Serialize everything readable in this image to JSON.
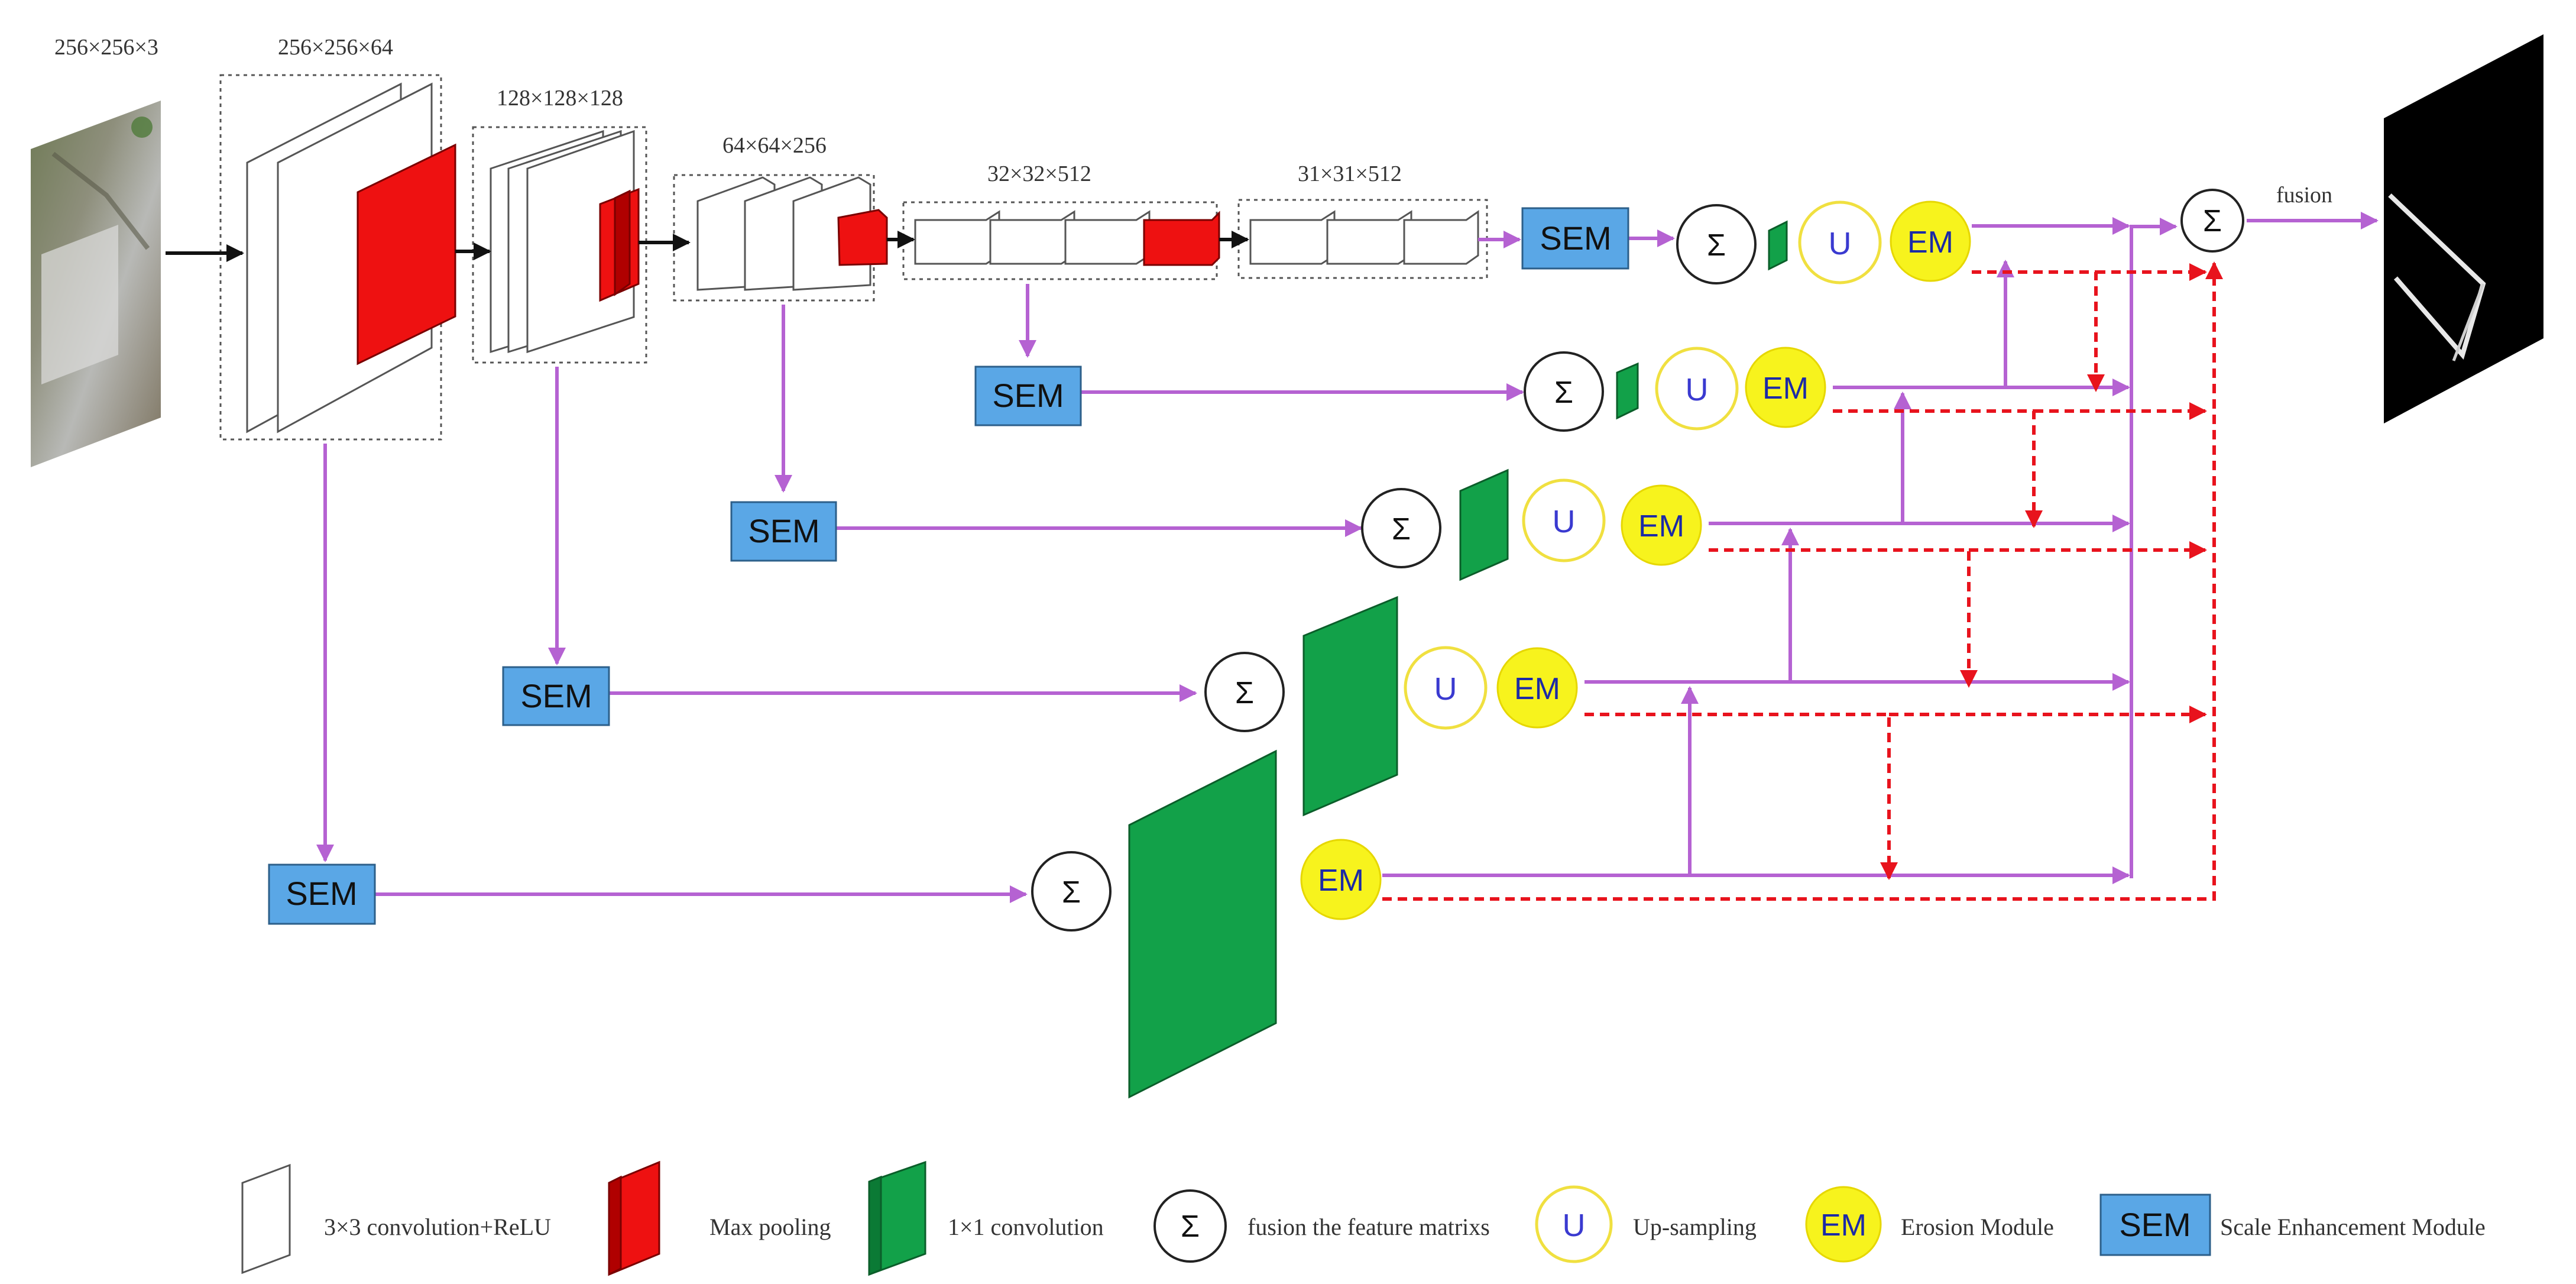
{
  "labels": {
    "input_dim": "256×256×3",
    "block1_dim": "256×256×64",
    "block2_dim": "128×128×128",
    "block3_dim": "64×64×256",
    "block4_dim": "32×32×512",
    "block5_dim": "31×31×512",
    "fusion": "fusion"
  },
  "nodes": {
    "sem": "SEM",
    "sigma": "Σ",
    "up": "U",
    "em": "EM"
  },
  "legend": {
    "conv": "3×3 convolution+ReLU",
    "pool": "Max pooling",
    "conv1x1": "1×1 convolution",
    "fusion": "fusion the feature matrixs",
    "upsampling": "Up-sampling",
    "erosion": "Erosion Module",
    "scale": "Scale Enhancement Module"
  },
  "colors": {
    "sem_fill": "#5aa7e6",
    "pool": "#ee1111",
    "conv1x1": "#12a149",
    "em_fill": "#f7f31d",
    "up_ring": "#f0e040",
    "flow_arrow": "#b562d2",
    "erosion_arrow": "#e8131d"
  }
}
